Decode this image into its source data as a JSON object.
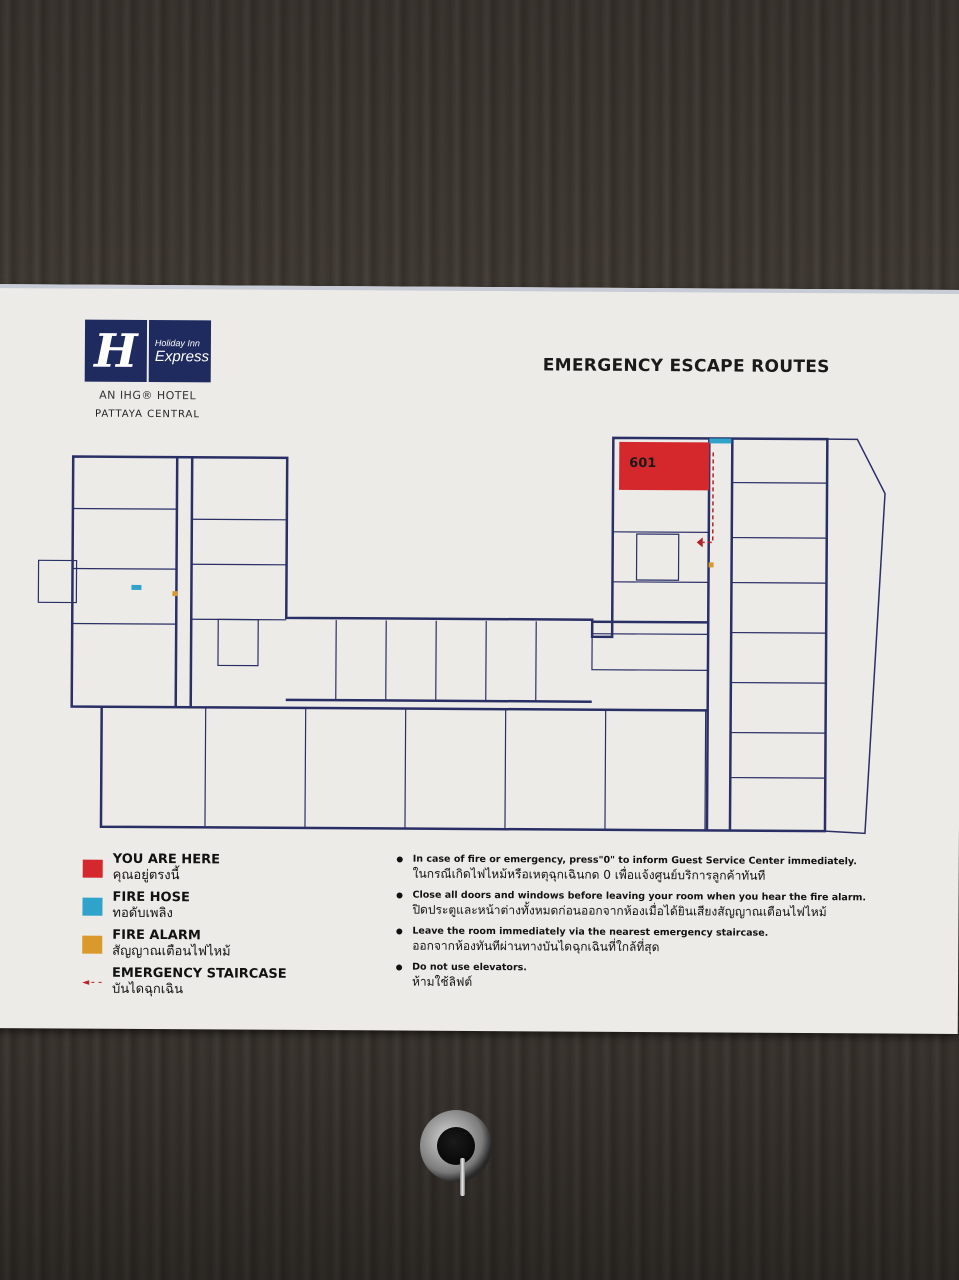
{
  "sign": {
    "brand": {
      "mark": "H",
      "line1": "Holiday Inn",
      "line2": "Express",
      "parent": "AN IHG® HOTEL",
      "location": "PATTAYA CENTRAL"
    },
    "title": "EMERGENCY ESCAPE ROUTES",
    "room_number": "601",
    "colors": {
      "you_are_here": "#d5282d",
      "fire_hose": "#2fa3c9",
      "fire_alarm": "#d99a2b",
      "staircase_arrow": "#b22222",
      "brand": "#1f2a5e"
    },
    "legend": [
      {
        "en": "YOU ARE HERE",
        "th": "คุณอยู่ตรงนี้"
      },
      {
        "en": "FIRE HOSE",
        "th": "ทอดับเพลิง"
      },
      {
        "en": "FIRE ALARM",
        "th": "สัญญาณเตือนไฟไหม้"
      },
      {
        "en": "EMERGENCY STAIRCASE",
        "th": "บันไดฉุกเฉิน"
      }
    ],
    "instructions": [
      {
        "en": "In case of fire or emergency, press\"0\" to inform Guest Service Center immediately.",
        "th": "ในกรณีเกิดไฟไหม้หรือเหตุฉุกเฉินกด 0 เพื่อแจ้งศูนย์บริการลูกค้าทันที"
      },
      {
        "en": "Close all doors and windows before leaving your room when you hear the fire alarm.",
        "th": "ปิดประตูและหน้าต่างทั้งหมดก่อนออกจากห้องเมื่อได้ยินเสียงสัญญาณเตือนไฟไหม้"
      },
      {
        "en": "Leave the room immediately via the nearest emergency staircase.",
        "th": "ออกจากห้องทันทีผ่านทางบันไดฉุกเฉินที่ใกล้ที่สุด"
      },
      {
        "en": "Do not use elevators.",
        "th": "ห้ามใช้ลิฟต์"
      }
    ]
  }
}
